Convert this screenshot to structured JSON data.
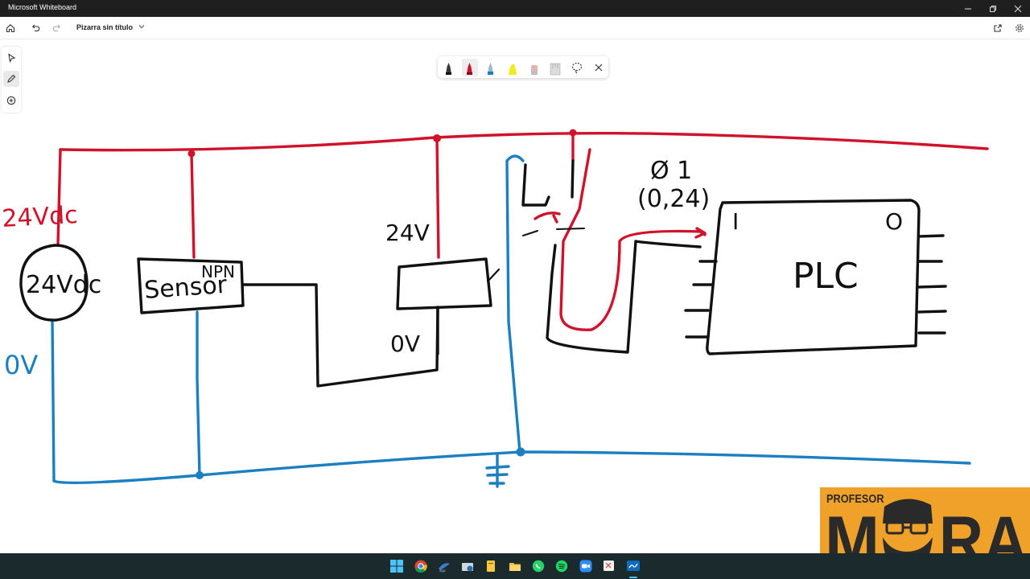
{
  "window": {
    "title": "Microsoft Whiteboard"
  },
  "toolbar": {
    "board_name": "Pizarra sin título"
  },
  "board": {
    "labels": {
      "supply_left": "24Vdc",
      "source": "24Vdc",
      "zero_left": "0V",
      "sensor": "Sensor",
      "npn": "NPN",
      "coil_top": "24V",
      "coil_bottom": "0V",
      "signal_bit": "Ø 1",
      "signal_range": "(0,24)",
      "plc": "PLC",
      "plc_input": "I",
      "plc_output": "O"
    },
    "colors": {
      "positive": "#d0122a",
      "negative": "#1c7fc1",
      "ink": "#111111"
    }
  },
  "watermark": {
    "line1": "PROFESOR",
    "line2": "MRA"
  },
  "taskbar": {
    "icons": [
      "windows-start-icon",
      "chrome-icon",
      "app-icon",
      "folder-sync-icon",
      "notes-icon",
      "file-explorer-icon",
      "whatsapp-icon",
      "spotify-icon",
      "zoom-icon",
      "snipping-icon",
      "whiteboard-icon"
    ]
  }
}
